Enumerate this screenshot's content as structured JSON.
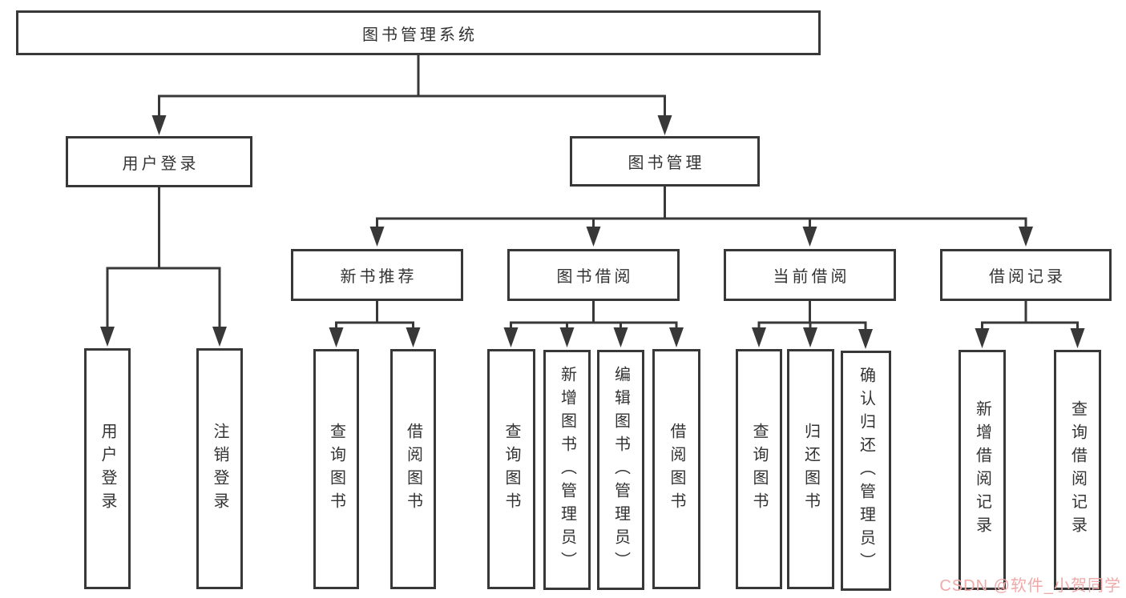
{
  "diagram": {
    "root": {
      "label": "图书管理系统"
    },
    "level2": [
      {
        "label": "用户登录"
      },
      {
        "label": "图书管理"
      }
    ],
    "level3": [
      {
        "label": "新书推荐"
      },
      {
        "label": "图书借阅"
      },
      {
        "label": "当前借阅"
      },
      {
        "label": "借阅记录"
      }
    ],
    "leaves": {
      "user_login": [
        "用户登录",
        "注销登录"
      ],
      "new_book": [
        "查询图书",
        "借阅图书"
      ],
      "book_borrow": [
        "查询图书",
        "新增图书（管理员）",
        "编辑图书（管理员）",
        "借阅图书"
      ],
      "current_borrow": [
        "查询图书",
        "归还图书",
        "确认归还（管理员）"
      ],
      "borrow_record": [
        "新增借阅记录",
        "查询借阅记录"
      ]
    },
    "watermark": "CSDN @软件_小贺同学",
    "colors": {
      "line": "#383838",
      "box_border": "#383838",
      "text": "#333333",
      "watermark": "#f0a9a9",
      "background": "#ffffff"
    }
  }
}
